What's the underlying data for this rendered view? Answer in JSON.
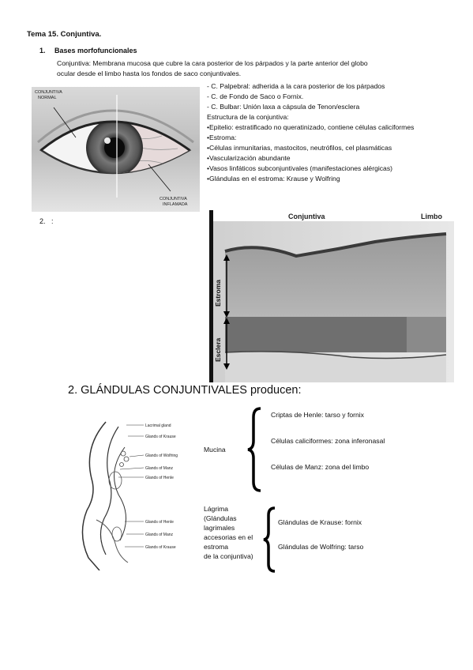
{
  "doc": {
    "title": "Tema 15. Conjuntiva.",
    "section1": {
      "number": "1.",
      "heading": "Bases morfofuncionales"
    },
    "intro_lines": [
      "Conjuntiva: Membrana mucosa que cubre la cara posterior de los párpados y la parte anterior del globo",
      "ocular desde el limbo hasta los fondos de saco conjuntivales."
    ],
    "list": [
      "- C. Palpebral: adherida a la cara posterior de los párpados",
      "- C. de Fondo de Saco o Fornix.",
      "- C. Bulbar: Unión laxa a cápsula de Tenon/esclera",
      "Estructura de la conjuntiva:",
      "•Epitelio: estratificado no queratinizado, contiene células caliciformes",
      "•Estroma:",
      "•Células inmunitarias, mastocitos, neutrófilos, cel plasmáticas",
      "•Vascularización abundante",
      "•Vasos linfáticos subconjuntivales (manifestaciones alérgicas)",
      "•Glándulas en el estroma: Krause y Wolfring"
    ],
    "eye_figure": {
      "label_normal": [
        "CONJUNTIVA",
        "NORMAL"
      ],
      "label_inflamed": [
        "CONJUNTIVA",
        "INFLAMADA"
      ]
    },
    "section2": {
      "number": "2.",
      "text": ":"
    },
    "histology": {
      "label_top_left": "Conjuntiva",
      "label_top_right": "Limbo",
      "label_stroma": "Estroma",
      "label_sclera": "Esclera"
    },
    "heading2": "2. GLÁNDULAS CONJUNTIVALES producen:",
    "gland_labels": [
      "Lacrimal gland",
      "Glands of Krause",
      "Glands of Wolfring",
      "Glands of Manz",
      "Glands of Henle",
      "Glands of Henle",
      "Glands of Manz",
      "Glands of Krause"
    ],
    "mucina": {
      "label": "Mucina",
      "items": [
        "Criptas de Henle: tarso y fornix",
        "Células caliciformes: zona inferonasal",
        "Células de Manz: zona del limbo"
      ]
    },
    "lagrima": {
      "label_lines": [
        "Lágrima",
        "(Glándulas",
        "lagrimales",
        "accesorias en el",
        "estroma",
        "de la conjuntiva)"
      ],
      "items": [
        "Glándulas de Krause: fornix",
        "Glándulas de Wolfring: tarso"
      ]
    }
  }
}
